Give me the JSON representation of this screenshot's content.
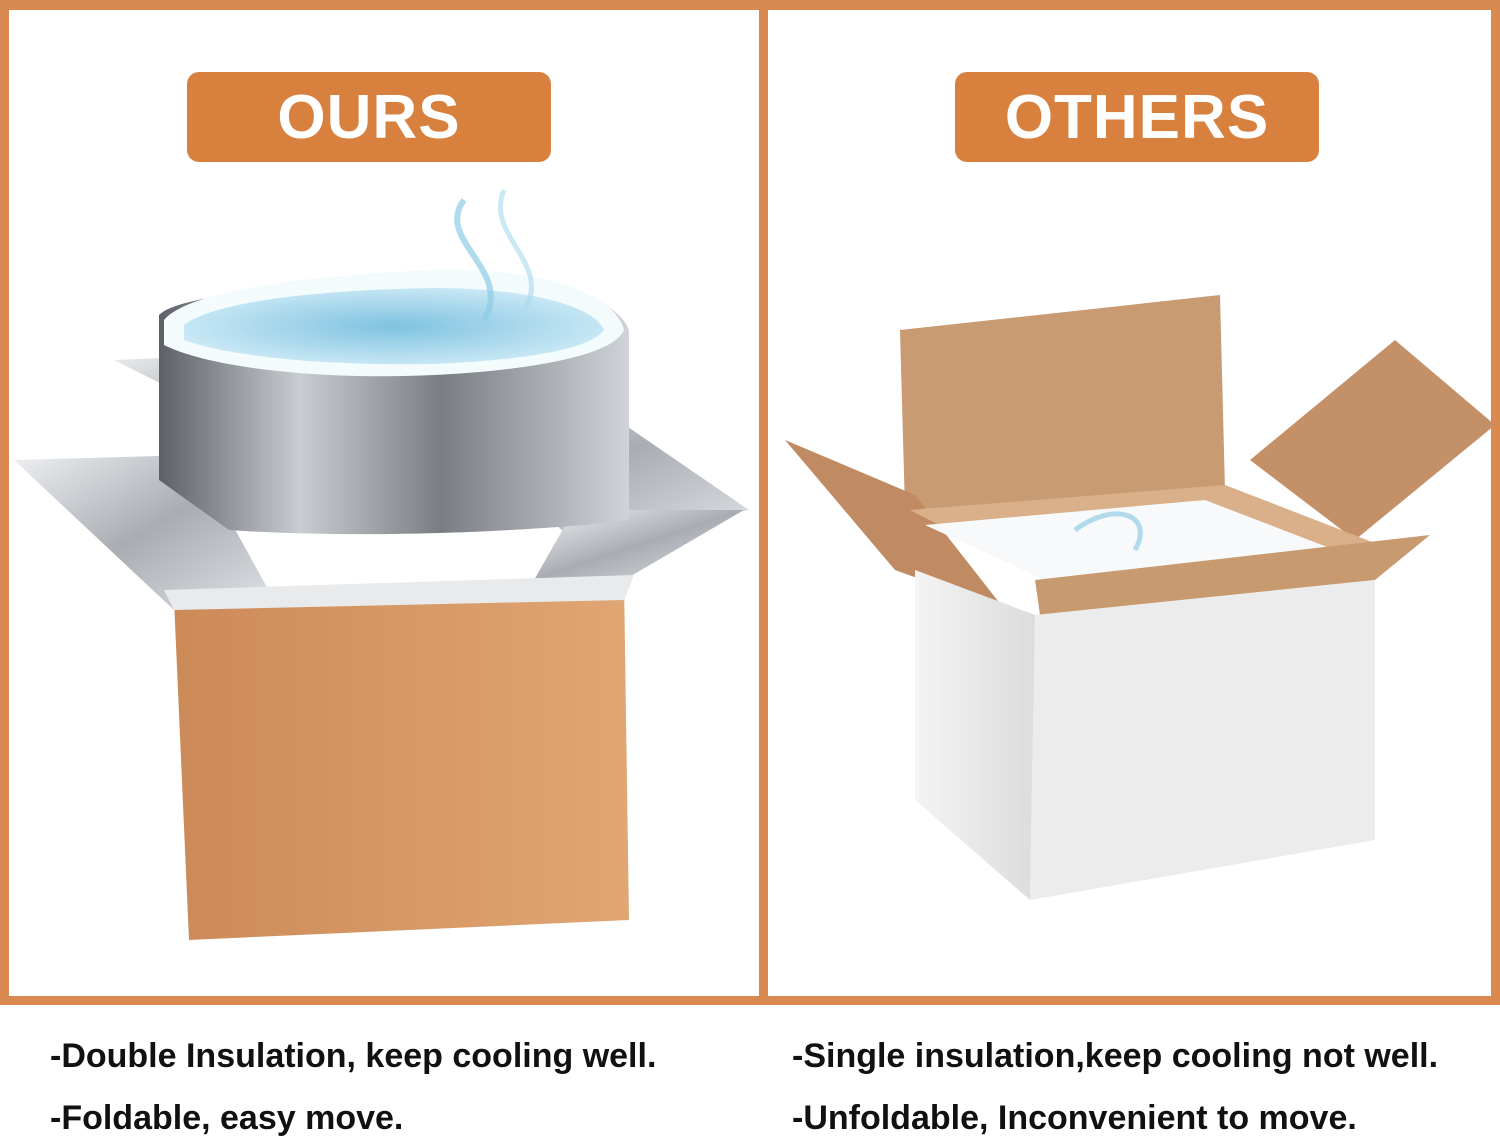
{
  "panels": {
    "ours": {
      "label": "OURS"
    },
    "others": {
      "label": "OTHERS"
    }
  },
  "captions": {
    "ours": [
      "-Double Insulation, keep cooling well.",
      "-Foldable, easy move."
    ],
    "others": [
      "-Single insulation,keep cooling not well.",
      "-Unfoldable, Inconvenient to move."
    ]
  },
  "colors": {
    "accent": "#d8813f",
    "kraft": "#d99a68",
    "foil": "#b8bcc2",
    "foam_blue": "#9fd3ea"
  }
}
